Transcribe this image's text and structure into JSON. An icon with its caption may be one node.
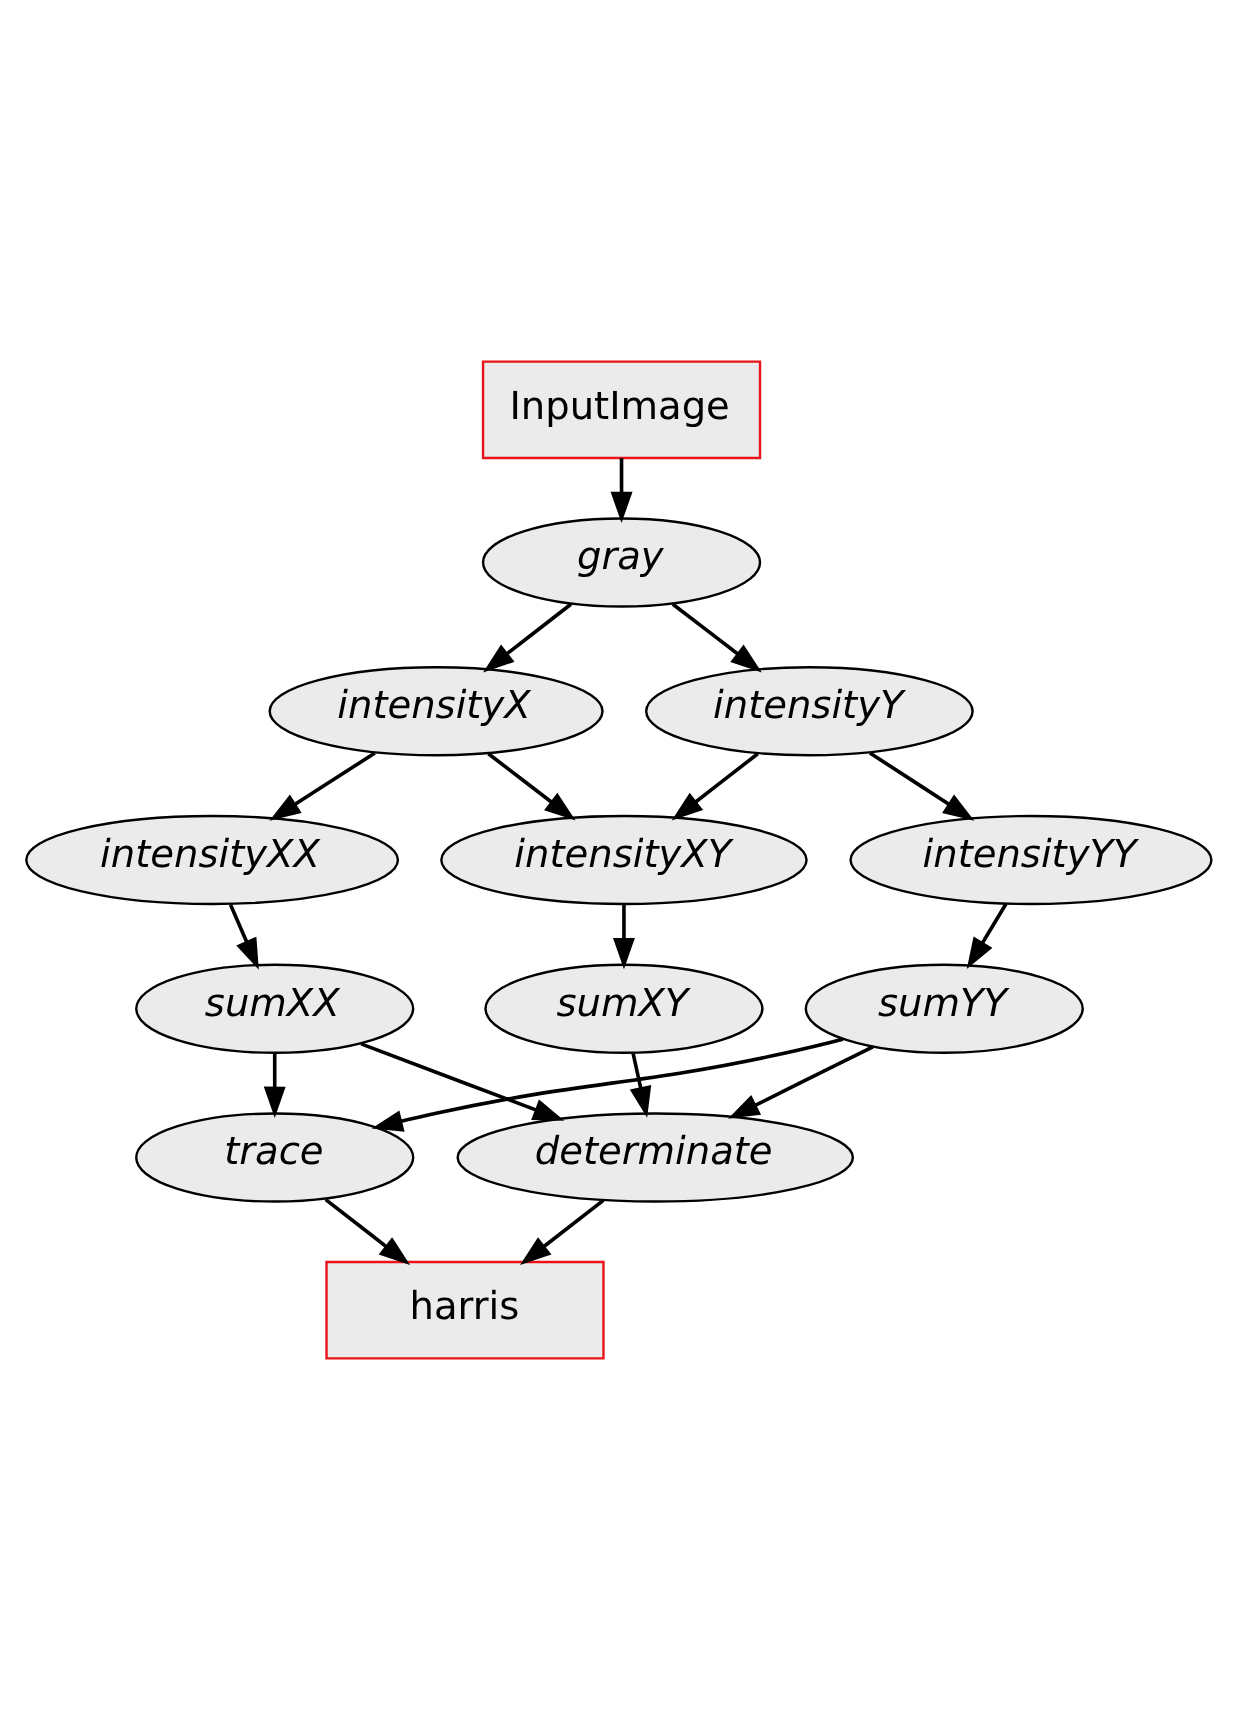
{
  "diagram": {
    "nodes": [
      {
        "text": [
          "InputImage"
        ]
      },
      {
        "text": [
          "gray"
        ]
      },
      {
        "text": [
          "intensityX"
        ]
      },
      {
        "text": [
          "intensityY"
        ]
      },
      {
        "text": [
          "intensityXX"
        ]
      },
      {
        "text": [
          "intensityXY"
        ]
      },
      {
        "text": [
          "intensityYY"
        ]
      },
      {
        "text": [
          "sumXX"
        ]
      },
      {
        "text": [
          "sumXY"
        ]
      },
      {
        "text": [
          "sumYY"
        ]
      },
      {
        "text": [
          "determinate"
        ]
      },
      {
        "text": [
          "trace"
        ]
      },
      {
        "text": [
          "harris"
        ]
      }
    ],
    "edges": [
      {
        "from": 0,
        "to": 1,
        "arrow": "to"
      },
      {
        "from": 1,
        "to": 2,
        "arrow": "to"
      },
      {
        "from": 1,
        "to": 3,
        "arrow": "to"
      },
      {
        "from": 2,
        "to": 4,
        "arrow": "to"
      },
      {
        "from": 2,
        "to": 5,
        "arrow": "to"
      },
      {
        "from": 3,
        "to": 5,
        "arrow": "to"
      },
      {
        "from": 3,
        "to": 6,
        "arrow": "to"
      },
      {
        "from": 4,
        "to": 7,
        "arrow": "to"
      },
      {
        "from": 5,
        "to": 8,
        "arrow": "to"
      },
      {
        "from": 6,
        "to": 9,
        "arrow": "to"
      },
      {
        "from": 7,
        "to": 10,
        "arrow": "to"
      },
      {
        "from": 8,
        "to": 10,
        "arrow": "to"
      },
      {
        "from": 9,
        "to": 10,
        "arrow": "to"
      },
      {
        "from": 7,
        "to": 11,
        "arrow": "to"
      },
      {
        "from": 9,
        "to": 11,
        "arrow": "to"
      },
      {
        "from": 10,
        "to": 12,
        "arrow": "to"
      },
      {
        "from": 11,
        "to": 12,
        "arrow": "to"
      }
    ]
  }
}
